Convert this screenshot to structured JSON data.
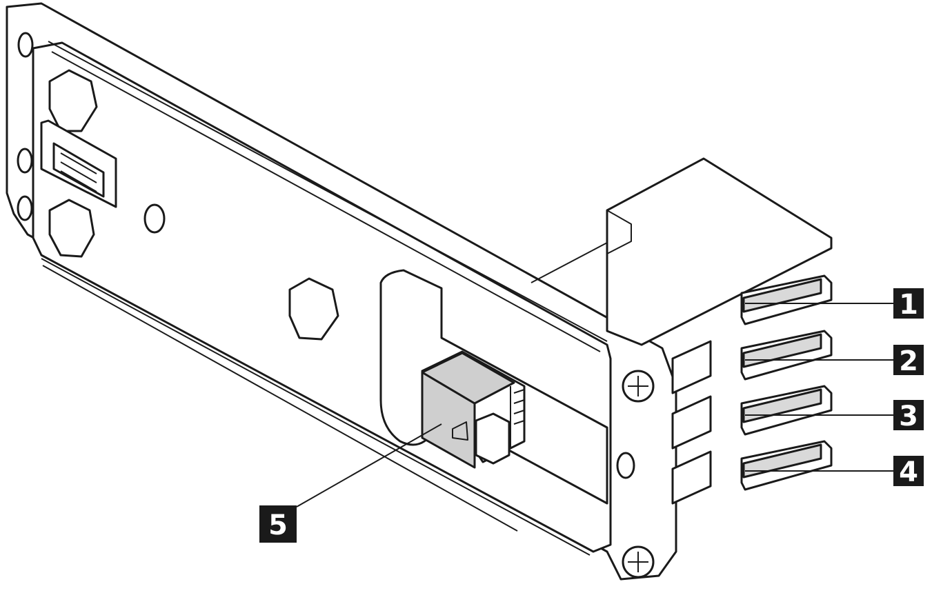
{
  "callouts": [
    {
      "id": "1",
      "label": "1"
    },
    {
      "id": "2",
      "label": "2"
    },
    {
      "id": "3",
      "label": "3"
    },
    {
      "id": "4",
      "label": "4"
    },
    {
      "id": "5",
      "label": "5"
    }
  ],
  "colors": {
    "line": "#1a1a1a",
    "slot_highlight": "#d9d9d9",
    "connector_highlight": "#cfcfcf",
    "callout_bg": "#1a1a1a",
    "callout_text": "#ffffff"
  }
}
